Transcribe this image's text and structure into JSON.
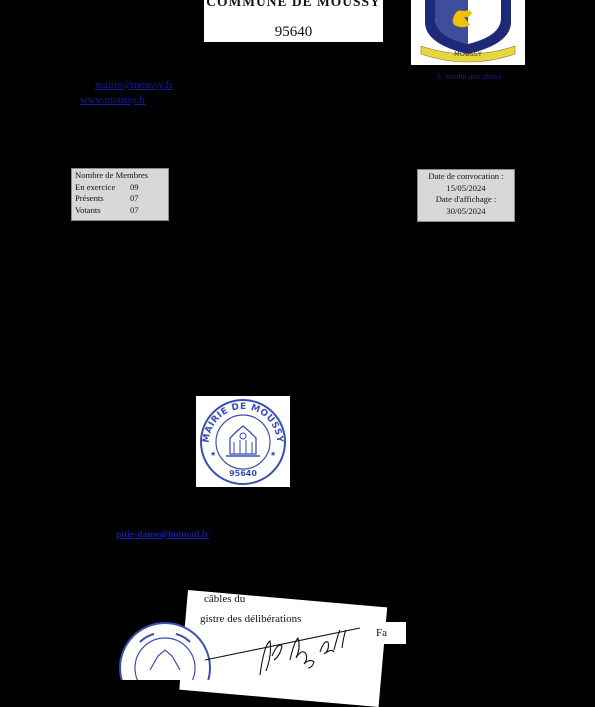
{
  "header": {
    "commune": "COMMUNE DE MOUSSY",
    "postal_code": "95640"
  },
  "crest": {
    "banner_text": "MOUSSY",
    "motto": "le moulin aux abeux",
    "colors": {
      "shield_dark": "#1e2a78",
      "banner": "#e8d640",
      "duck": "#f2c200"
    }
  },
  "contact": {
    "email": "mairie@moussy.fr",
    "website": "www.moussy.fr"
  },
  "members": {
    "title": "Nombre de Membres",
    "rows": [
      {
        "label": "En exercice",
        "value": "09"
      },
      {
        "label": "Présents",
        "value": "07"
      },
      {
        "label": "Votants",
        "value": "07"
      }
    ]
  },
  "convocation": {
    "convocation_label": "Date de convocation :",
    "convocation_date": "15/05/2024",
    "affichage_label": "Date d'affichage :",
    "affichage_date": "30/05/2024"
  },
  "stamp": {
    "ring_text": "MAIRIE DE MOUSSY",
    "postal_code": "95640",
    "color": "#3a4fb0"
  },
  "email2": "pitie-dame@hotmail.fr",
  "fragments": {
    "line1": "câbles du",
    "line2": "gistre des délibérations",
    "line3": "Fa"
  },
  "signature": {
    "text": "ph. Houdaille"
  }
}
